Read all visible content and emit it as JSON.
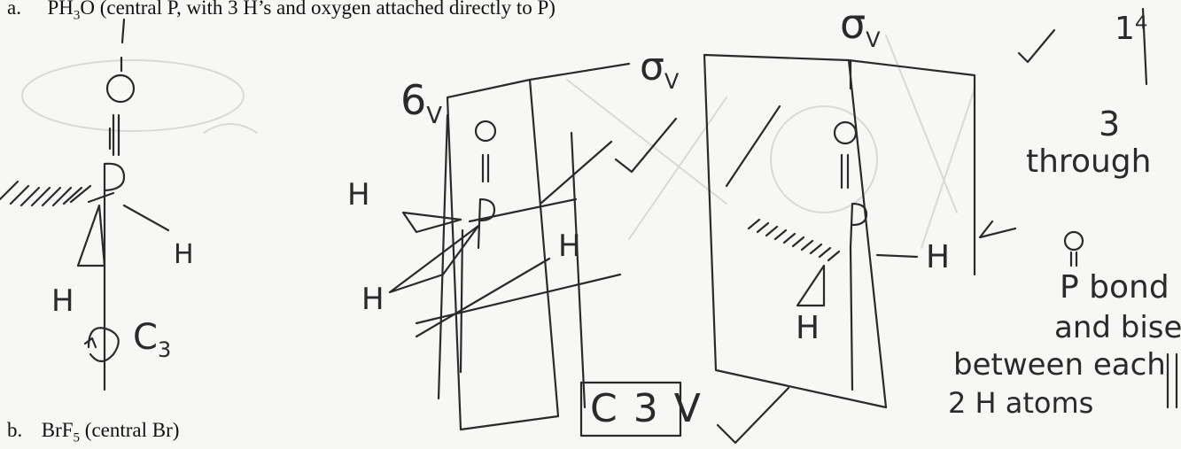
{
  "question_a": {
    "label": "a.",
    "formula": "PH",
    "formula_sub": "3",
    "formula_tail": "O",
    "description": "(central P, with 3 H’s and oxygen attached directly to P)"
  },
  "question_b": {
    "label": "b.",
    "formula": "BrF",
    "formula_sub": "5",
    "description": "(central Br)"
  },
  "handwriting": {
    "axis_label": "C",
    "axis_sub": "3",
    "sigma_left": "6",
    "sigma_left_sub": "V",
    "sigma_mid": "σ",
    "sigma_mid_sub": "V",
    "sigma_right": "σ",
    "sigma_right_sub": "V",
    "point_group": "C 3 V",
    "note_line1": "3",
    "note_line2": "through",
    "note_line3": "P bond",
    "note_line4": "and bise",
    "note_line5": "between each",
    "note_line6": "2 H atoms",
    "atom_H": "H",
    "atom_P": "P",
    "atom_O": "O",
    "corner_mark": "1⁴"
  }
}
